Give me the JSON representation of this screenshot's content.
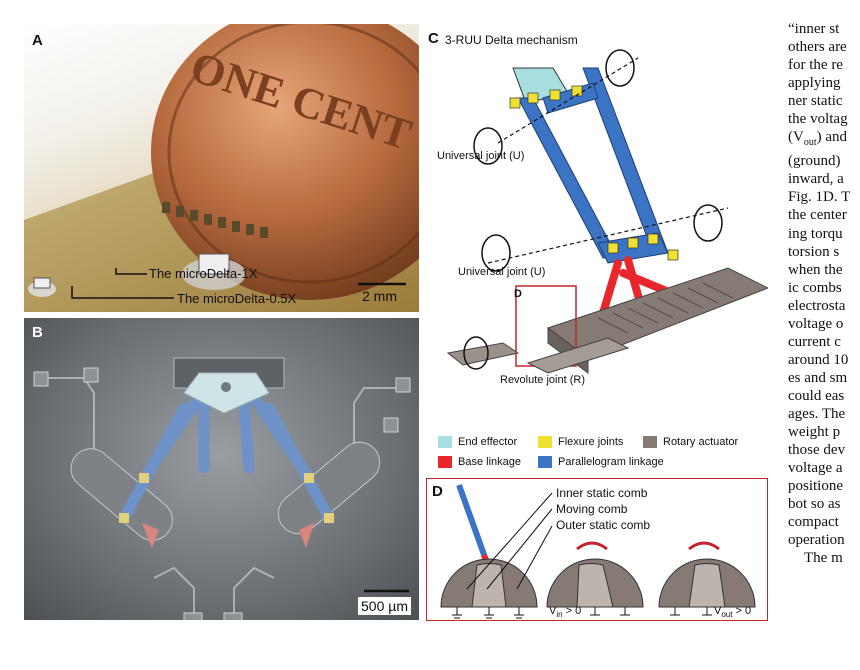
{
  "panels": {
    "a": {
      "label": "A",
      "callout_1x": "The microDelta-1X",
      "callout_05x": "The microDelta-0.5X",
      "scale": "2 mm",
      "coin_text": "ONE CENT"
    },
    "b": {
      "label": "B",
      "scale": "500 µm"
    },
    "c": {
      "label": "C",
      "title": "3-RUU Delta mechanism",
      "universal_joint_top": "Universal joint (U)",
      "universal_joint_mid": "Universal joint (U)",
      "revolute_joint": "Revolute joint (R)",
      "inset_d": "D"
    },
    "d": {
      "label": "D",
      "inner_static": "Inner static comb",
      "moving": "Moving comb",
      "outer_static": "Outer static comb",
      "vin": "V",
      "vin_sub": "in",
      "vin_rest": " > 0",
      "vout": "V",
      "vout_sub": "out",
      "vout_rest": " > 0"
    }
  },
  "legend": [
    {
      "label": "End effector",
      "color": "#a7dfe0"
    },
    {
      "label": "Flexure joints",
      "color": "#f0e030"
    },
    {
      "label": "Rotary actuator",
      "color": "#857a74"
    },
    {
      "label": "Base linkage",
      "color": "#e8262b"
    },
    {
      "label": "Parallelogram linkage",
      "color": "#3b74c4"
    }
  ],
  "body_text": [
    "“inner st",
    "others are",
    "for the re",
    "applying",
    "ner static",
    "the voltag",
    "(V",
    "(ground)",
    "inward, a",
    "Fig. 1D. T",
    "the center",
    "ing torqu",
    "torsion s",
    "when the",
    "ic combs",
    "electrosta",
    "voltage o",
    "current c",
    "around 10",
    "es and sm",
    "could eas",
    "ages. The",
    "weight p",
    "those dev",
    "voltage a",
    "positione",
    "bot so as",
    "compact",
    "operation",
    "The m"
  ],
  "body_text_vout": {
    "prefix": "(V",
    "sub": "out",
    "suffix": ") and"
  }
}
